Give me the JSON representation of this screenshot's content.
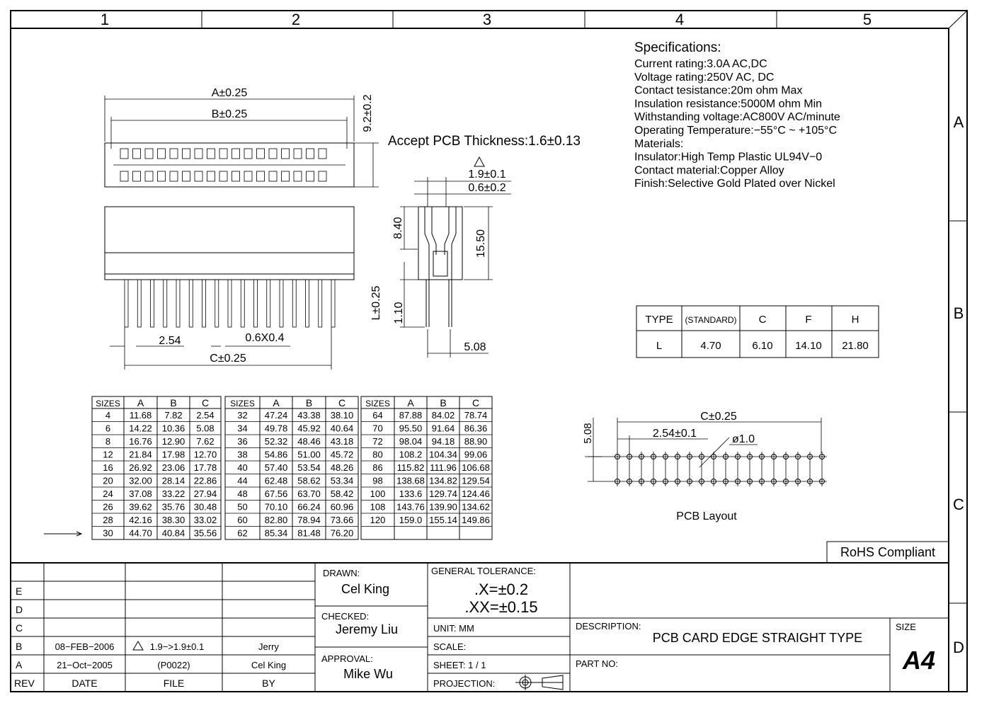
{
  "frame": {
    "columns": [
      "1",
      "2",
      "3",
      "4",
      "5"
    ],
    "rows": [
      "A",
      "B",
      "C",
      "D"
    ]
  },
  "specifications": {
    "title": "Specifications:",
    "lines": [
      "Current  rating:3.0A  AC,DC",
      "Voltage  rating:250V  AC,  DC",
      "Contact  tesistance:20m  ohm  Max",
      "Insulation  resistance:5000M  ohm  Min",
      "Withstanding  voltage:AC800V  AC/minute",
      "Operating  Temperature:−55°C  ~  +105°C",
      "Materials:",
      "Insulator:High  Temp  Plastic  UL94V−0",
      "Contact  material:Copper  Alloy",
      "Finish:Selective  Gold  Plated  over  Nickel"
    ]
  },
  "top_view": {
    "dim_a": "A±0.25",
    "dim_b": "B±0.25",
    "dim_height": "9.2±0.2",
    "pcb_thickness": "Accept  PCB  Thickness:1.6±0.13"
  },
  "front_view": {
    "pitch": "2.54",
    "pin_size": "0.6X0.4",
    "dim_c": "C±0.25"
  },
  "side_view": {
    "dim_1": "1.9±0.1",
    "dim_2": "0.6±0.2",
    "dim_840": "8.40",
    "dim_1550": "15.50",
    "dim_l": "L±0.25",
    "dim_110": "1.10",
    "dim_508": "5.08"
  },
  "type_table": {
    "headers": [
      "TYPE",
      "(STANDARD)",
      "C",
      "F",
      "H"
    ],
    "row": [
      "L",
      "4.70",
      "6.10",
      "14.10",
      "21.80"
    ]
  },
  "sizes_table": {
    "headers": [
      "SIZES",
      "A",
      "B",
      "C"
    ],
    "groups": [
      [
        [
          "4",
          "11.68",
          "7.82",
          "2.54"
        ],
        [
          "6",
          "14.22",
          "10.36",
          "5.08"
        ],
        [
          "8",
          "16.76",
          "12.90",
          "7.62"
        ],
        [
          "12",
          "21.84",
          "17.98",
          "12.70"
        ],
        [
          "16",
          "26.92",
          "23.06",
          "17.78"
        ],
        [
          "20",
          "32.00",
          "28.14",
          "22.86"
        ],
        [
          "24",
          "37.08",
          "33.22",
          "27.94"
        ],
        [
          "26",
          "39.62",
          "35.76",
          "30.48"
        ],
        [
          "28",
          "42.16",
          "38.30",
          "33.02"
        ],
        [
          "30",
          "44.70",
          "40.84",
          "35.56"
        ]
      ],
      [
        [
          "32",
          "47.24",
          "43.38",
          "38.10"
        ],
        [
          "34",
          "49.78",
          "45.92",
          "40.64"
        ],
        [
          "36",
          "52.32",
          "48.46",
          "43.18"
        ],
        [
          "38",
          "54.86",
          "51.00",
          "45.72"
        ],
        [
          "40",
          "57.40",
          "53.54",
          "48.26"
        ],
        [
          "44",
          "62.48",
          "58.62",
          "53.34"
        ],
        [
          "48",
          "67.56",
          "63.70",
          "58.42"
        ],
        [
          "50",
          "70.10",
          "66.24",
          "60.96"
        ],
        [
          "60",
          "82.80",
          "78.94",
          "73.66"
        ],
        [
          "62",
          "85.34",
          "81.48",
          "76.20"
        ]
      ],
      [
        [
          "64",
          "87.88",
          "84.02",
          "78.74"
        ],
        [
          "70",
          "95.50",
          "91.64",
          "86.36"
        ],
        [
          "72",
          "98.04",
          "94.18",
          "88.90"
        ],
        [
          "80",
          "108.2",
          "104.34",
          "99.06"
        ],
        [
          "86",
          "115.82",
          "111.96",
          "106.68"
        ],
        [
          "98",
          "138.68",
          "134.82",
          "129.54"
        ],
        [
          "100",
          "133.6",
          "129.74",
          "124.46"
        ],
        [
          "108",
          "143.76",
          "139.90",
          "134.62"
        ],
        [
          "120",
          "159.0",
          "155.14",
          "149.86"
        ],
        [
          "",
          "",
          "",
          ""
        ]
      ]
    ]
  },
  "pcb_layout": {
    "dim_c": "C±0.25",
    "pitch": "2.54±0.1",
    "hole": "ø1.0",
    "row_gap": "5.08",
    "label": "PCB  Layout"
  },
  "rohs": "RoHS  Compliant",
  "revisions": {
    "rows": [
      [
        "",
        "",
        "",
        ""
      ],
      [
        "E",
        "",
        "",
        ""
      ],
      [
        "D",
        "",
        "",
        ""
      ],
      [
        "C",
        "",
        "",
        ""
      ],
      [
        "B",
        "08−FEB−2006",
        "1.9−>1.9±0.1",
        "Jerry"
      ],
      [
        "A",
        "21−Oct−2005",
        "(P0022)",
        "Cel  King"
      ]
    ],
    "headers": [
      "REV",
      "DATE",
      "FILE",
      "BY"
    ]
  },
  "title_block": {
    "drawn_label": "DRAWN:",
    "drawn_value": "Cel  King",
    "checked_label": "CHECKED:",
    "checked_value": "Jeremy  Liu",
    "approval_label": "APPROVAL:",
    "approval_value": "Mike  Wu",
    "tolerance_label": "GENERAL  TOLERANCE:",
    "tol_x": ".X=±0.2",
    "tol_xx": ".XX=±0.15",
    "unit": "UNIT:  MM",
    "scale": "SCALE:",
    "sheet": "SHEET:  1  /  1",
    "projection": "PROJECTION:",
    "description_label": "DESCRIPTION:",
    "description_value": "PCB  CARD  EDGE  STRAIGHT  TYPE",
    "part_no_label": "PART  NO:",
    "size_label": "SIZE",
    "size_value": "A4"
  }
}
